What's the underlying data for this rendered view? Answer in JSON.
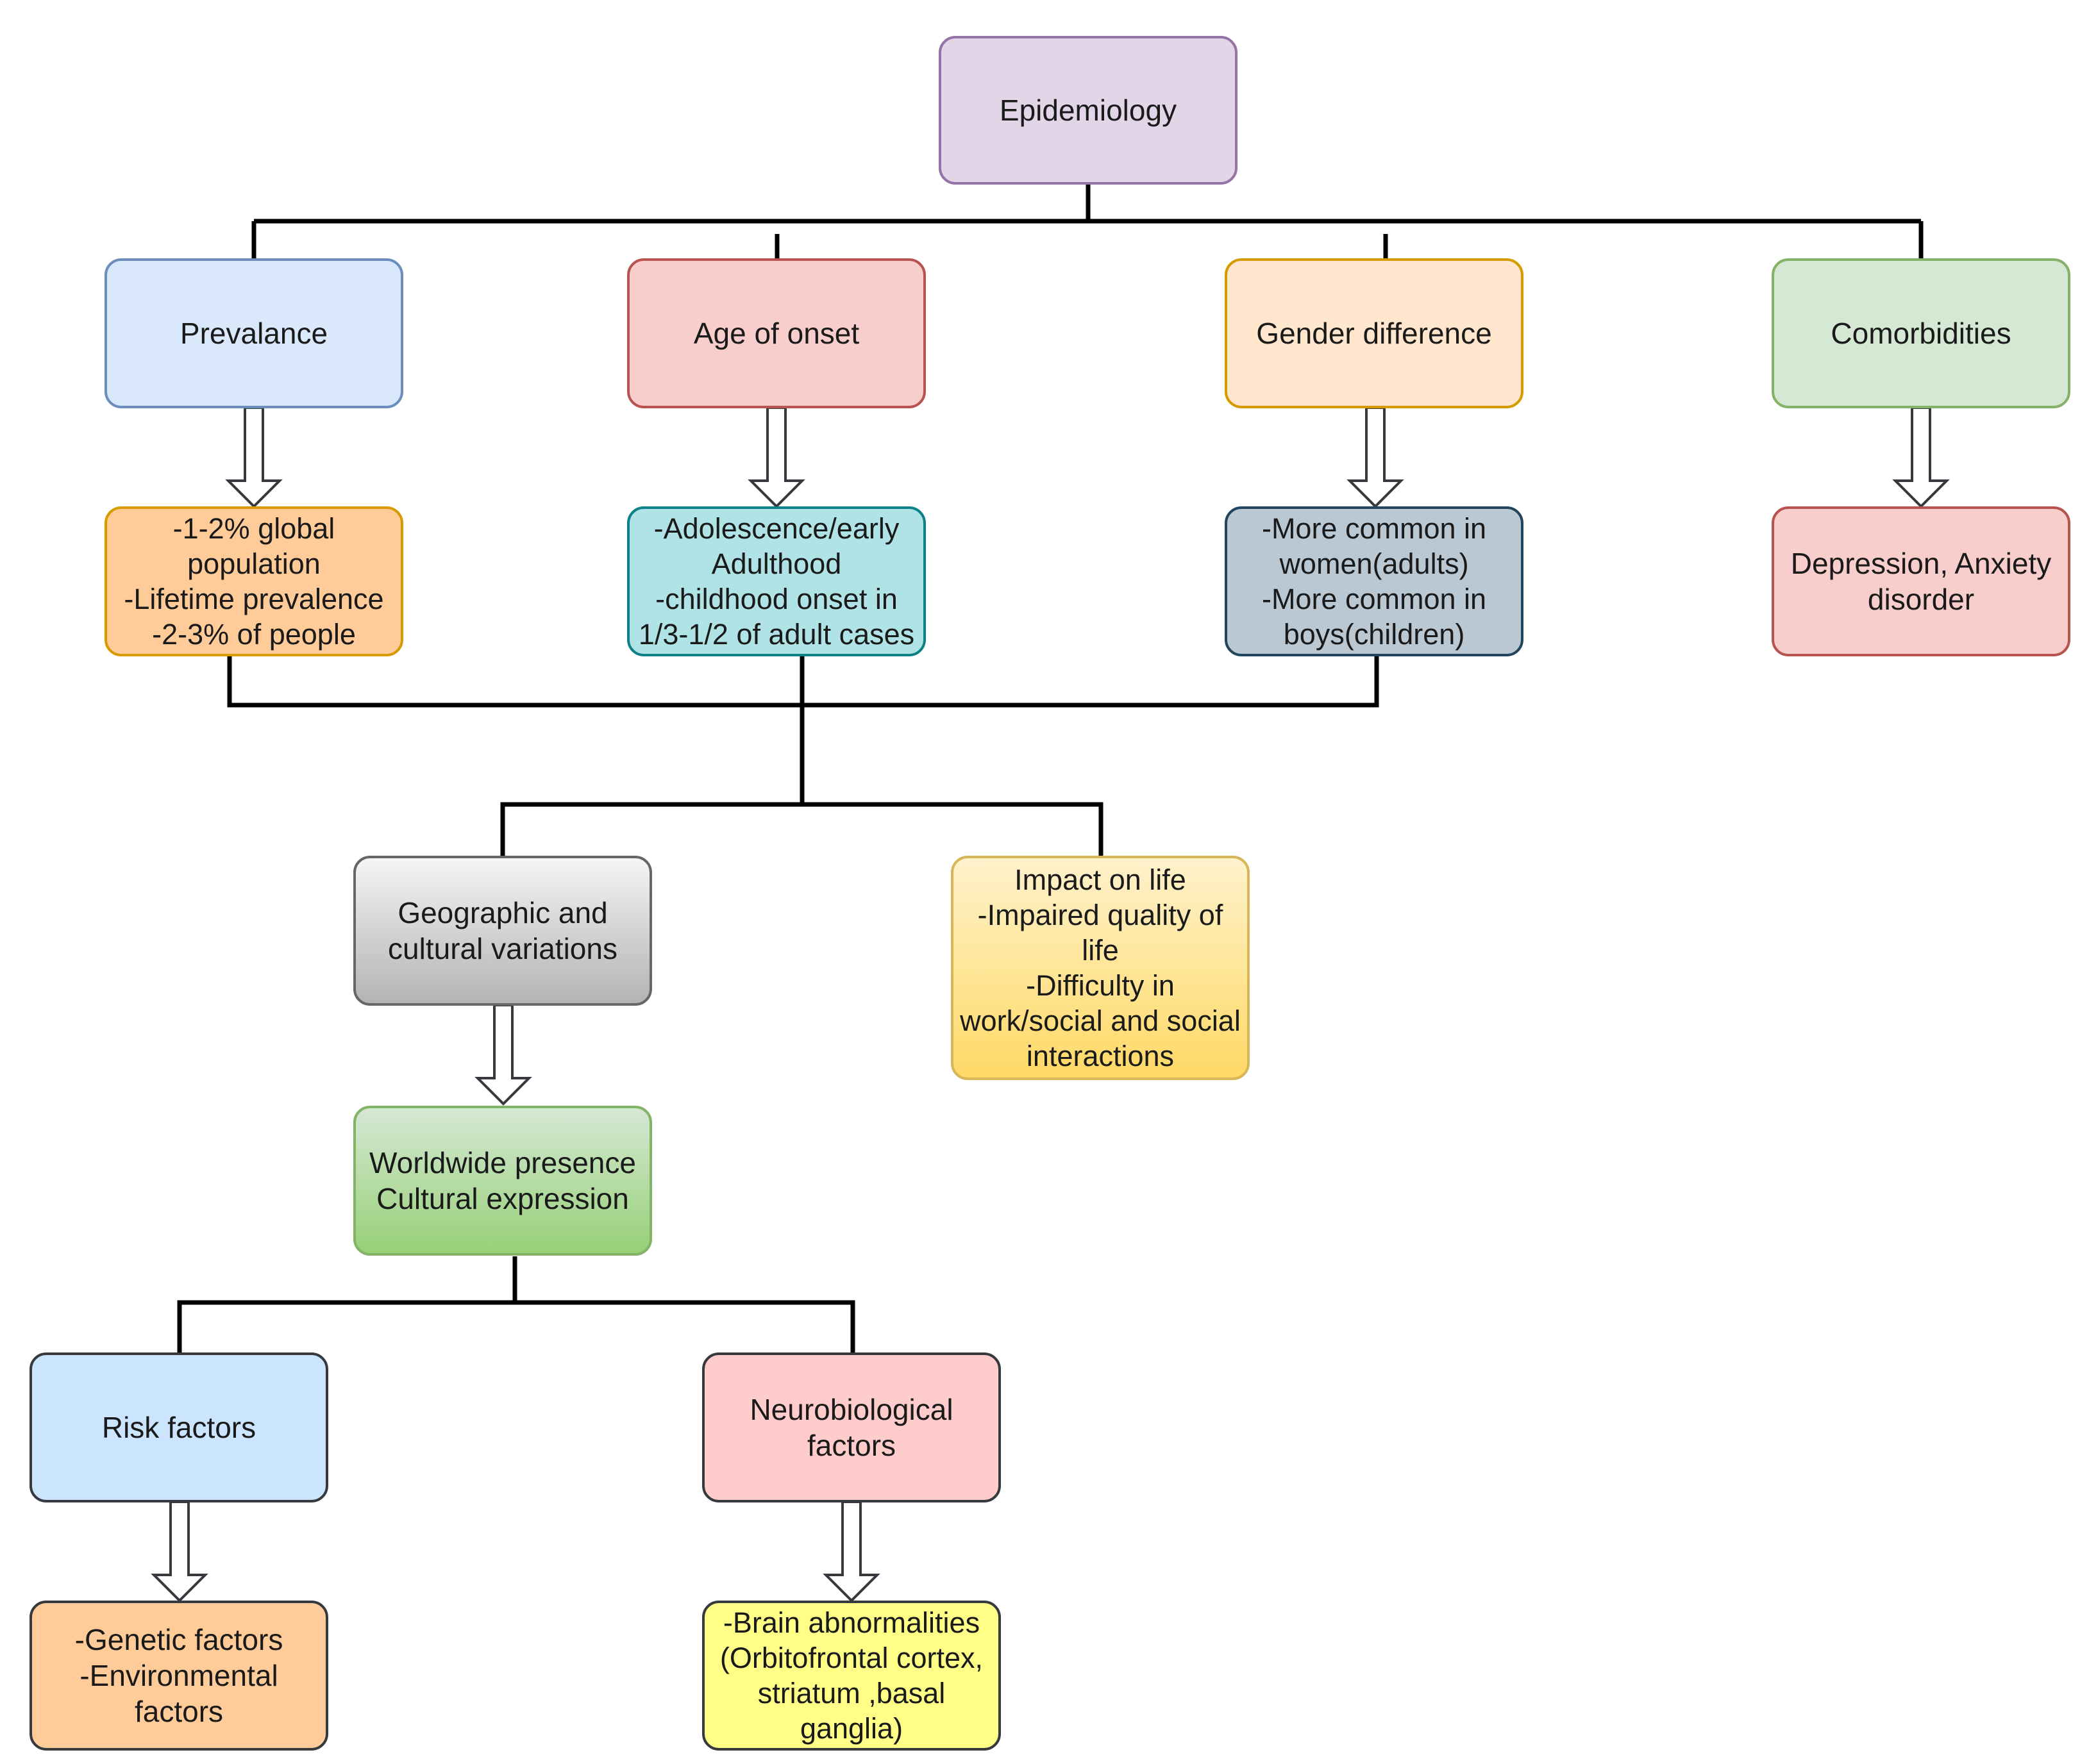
{
  "nodes": {
    "epidemiology": {
      "text": "Epidemiology",
      "fill": "#e1d5e7",
      "stroke": "#9673a6"
    },
    "prevalance": {
      "text": "Prevalance",
      "fill": "#dae8fc",
      "stroke": "#6c8ebf"
    },
    "age_of_onset": {
      "text": "Age of onset",
      "fill": "#f8cecc",
      "stroke": "#b85450"
    },
    "gender_difference": {
      "text": "Gender difference",
      "fill": "#ffe6cc",
      "stroke": "#d79b00"
    },
    "comorbidities": {
      "text": "Comorbidities",
      "fill": "#d5e8d4",
      "stroke": "#82b366"
    },
    "prevalance_detail": {
      "text": "-1-2% global\npopulation\n-Lifetime prevalence\n-2-3% of people",
      "fill": "#ffcc99",
      "stroke": "#d79b00"
    },
    "age_detail": {
      "text": "-Adolescence/early\nAdulthood\n-childhood onset in\n1/3-1/2 of adult cases",
      "fill": "#b0e3e6",
      "stroke": "#0e8088"
    },
    "gender_detail": {
      "text": "-More common in\nwomen(adults)\n-More common in\nboys(children)",
      "fill": "#bac8d3",
      "stroke": "#23445d"
    },
    "comorbidities_detail": {
      "text": "Depression, Anxiety\ndisorder",
      "fill": "#f8cecc",
      "stroke": "#b85450"
    },
    "geographic": {
      "text": "Geographic and\ncultural variations",
      "fill_top": "#f5f5f5",
      "fill_bottom": "#b3b3b3",
      "stroke": "#666666"
    },
    "impact": {
      "text": "Impact on life\n-Impaired quality of\nlife\n-Difficulty in\nwork/social and social\ninteractions",
      "fill_top": "#fff2cc",
      "fill_bottom": "#ffd966",
      "stroke": "#d6b656"
    },
    "worldwide": {
      "text": "Worldwide presence\nCultural expression",
      "fill_top": "#d5e8d4",
      "fill_bottom": "#97d077",
      "stroke": "#82b366"
    },
    "risk_factors": {
      "text": "Risk factors",
      "fill": "#cce5ff",
      "stroke": "#36393d"
    },
    "neurobiological": {
      "text": "Neurobiological\nfactors",
      "fill": "#ffcccc",
      "stroke": "#36393d"
    },
    "risk_detail": {
      "text": "-Genetic factors\n-Environmental\nfactors",
      "fill": "#ffcc99",
      "stroke": "#36393d"
    },
    "neuro_detail": {
      "text": "-Brain abnormalities\n(Orbitofrontal cortex,\nstriatum ,basal\nganglia)",
      "fill": "#ffff88",
      "stroke": "#36393d"
    }
  }
}
